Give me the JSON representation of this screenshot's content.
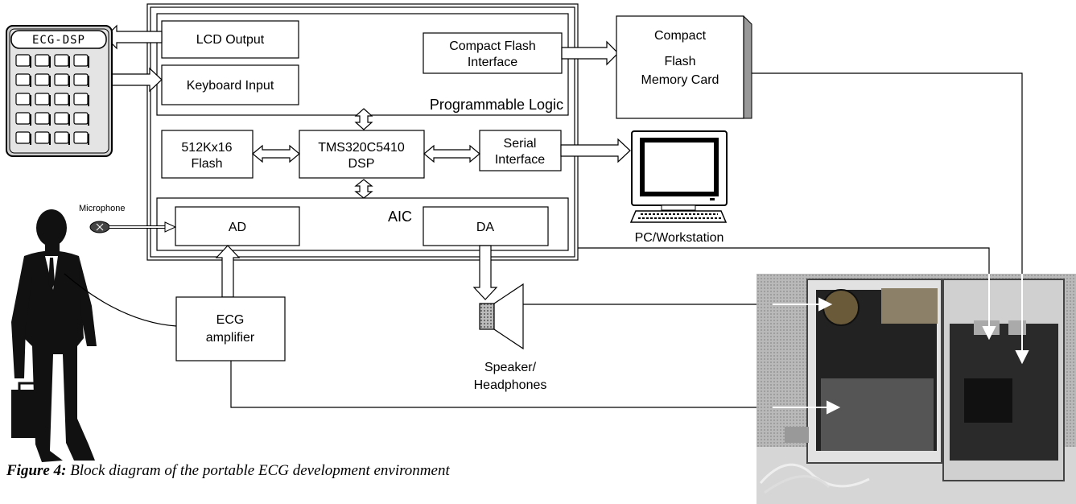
{
  "caption": {
    "prefix": "Figure 4:",
    "text": " Block diagram of the portable ECG development environment"
  },
  "blocks": {
    "lcd_output": "LCD Output",
    "keyboard_input": "Keyboard Input",
    "cf_interface": [
      "Compact Flash",
      "Interface"
    ],
    "programmable_logic": "Programmable Logic",
    "flash": [
      "512Kx16",
      "Flash"
    ],
    "dsp": [
      "TMS320C5410",
      "DSP"
    ],
    "serial": [
      "Serial",
      "Interface"
    ],
    "aic": "AIC",
    "ad": "AD",
    "da": "DA",
    "cf_card": [
      "Compact",
      "Flash",
      "Memory Card"
    ],
    "ecg_amp": [
      "ECG",
      "amplifier"
    ]
  },
  "peripherals": {
    "keypad_display": "ECG-DSP",
    "microphone": "Microphone",
    "pc": "PC/Workstation",
    "speaker": [
      "Speaker/",
      "Headphones"
    ]
  },
  "icons": [
    "keypad-icon",
    "person-icon",
    "microphone-icon",
    "computer-icon",
    "speaker-icon",
    "device-photo"
  ]
}
